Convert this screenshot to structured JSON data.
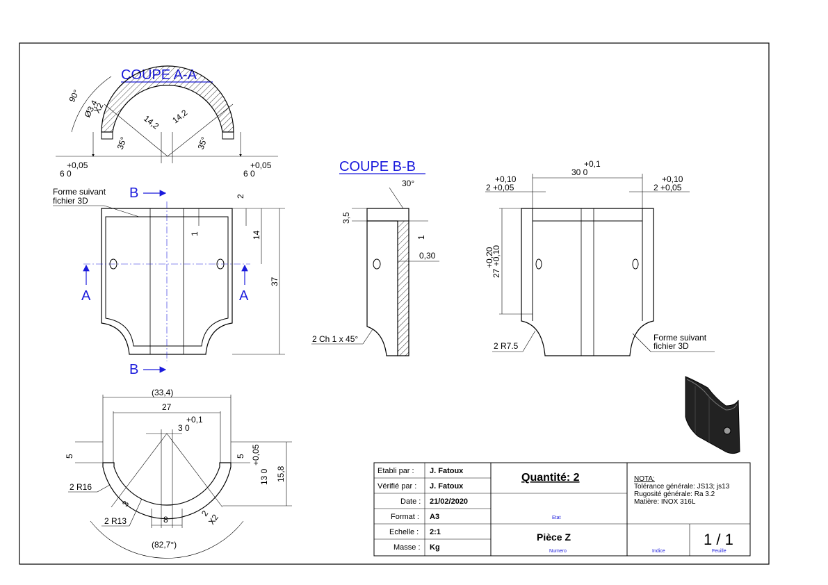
{
  "sections": {
    "coupe_a": "COUPE A-A",
    "coupe_b": "COUPE B-B",
    "mark_a": "A",
    "mark_b": "B"
  },
  "dims": {
    "a_angle": "90°",
    "a_hole": "Ø3,4",
    "a_x2": "X2",
    "a_r1": "14,2",
    "a_r2": "14,2",
    "a_ang_l": "35°",
    "a_ang_r": "35°",
    "a_tol": "+0,05",
    "a_six": "6  0",
    "front_2": "2",
    "front_1": "1",
    "front_14": "14",
    "front_37": "37",
    "b_30deg": "30°",
    "b_35": "3,5",
    "b_1": "1",
    "b_030": "0,30",
    "b_chamfer": "2 Ch 1 x 45°",
    "r_tol1": "+0,1",
    "r_30": "30  0",
    "r_tol010": "+0,10",
    "r_2_005": "2 +0,05",
    "r_v_tol": "+0,20",
    "r_v_27": "27 +0,10",
    "r_r75": "2 R7.5",
    "forme": "Forme suivant",
    "fichier": "fichier 3D",
    "bot_334": "(33,4)",
    "bot_27": "27",
    "bot_tol": "+0,1",
    "bot_3": "3  0",
    "bot_5l": "5",
    "bot_5r": "5",
    "bot_tol005": "+0,05",
    "bot_13": "13  0",
    "bot_158": "15,8",
    "bot_r16": "2 R16",
    "bot_r13": "2 R13",
    "bot_3b": "3",
    "bot_8": "8",
    "bot_2b": "2",
    "bot_x2": "X2",
    "bot_827": "(82,7°)"
  },
  "titleblock": {
    "etabli_lbl": "Etabli par :",
    "etabli_val": "J. Fatoux",
    "verifie_lbl": "Vérifié par :",
    "verifie_val": "J. Fatoux",
    "date_lbl": "Date :",
    "date_val": "21/02/2020",
    "format_lbl": "Format :",
    "format_val": "A3",
    "echelle_lbl": "Echelle :",
    "echelle_val": "2:1",
    "masse_lbl": "Masse :",
    "masse_val": "Kg",
    "quantite": "Quantité: 2",
    "etat": "Etat",
    "piece": "Pièce Z",
    "numero": "Numero",
    "indice": "Indice",
    "sheet": "1 / 1",
    "feuille": "Feuille",
    "nota_title": "NOTA:",
    "nota_1": "Tolérance générale: JS13; js13",
    "nota_2": "Rugosité générale: Ra 3.2",
    "nota_3": "Matière: INOX 316L"
  },
  "colors": {
    "accent": "#1a1adc",
    "line": "#000000"
  }
}
